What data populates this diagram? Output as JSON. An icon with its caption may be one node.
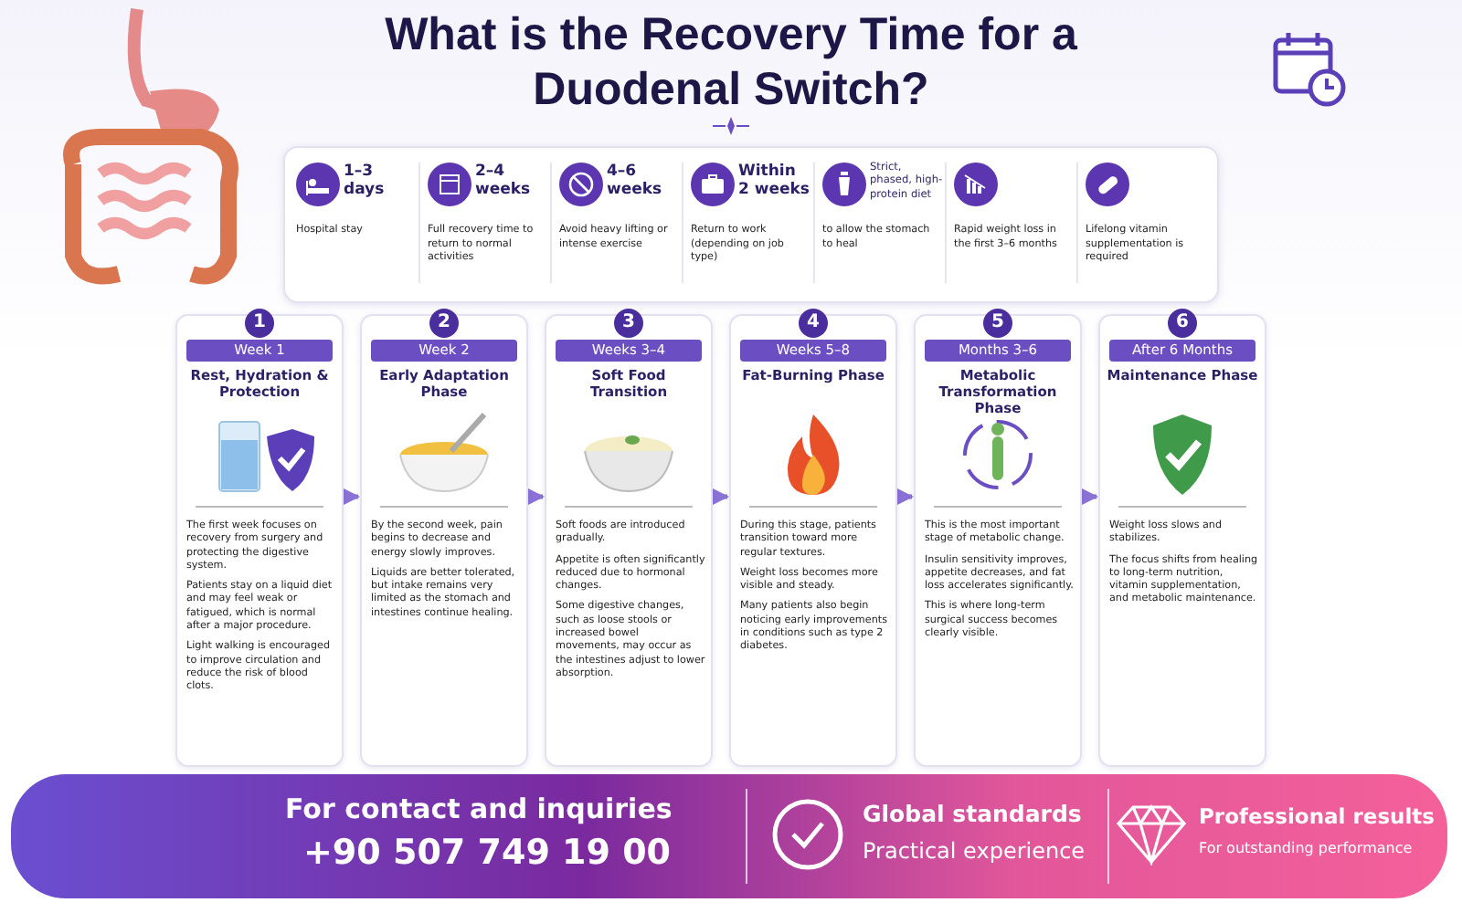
{
  "diagram": {
    "title": "What is the Recovery Time for a Duodenal Switch?",
    "nodes": [
      {
        "text": [
          "1",
          "Week 1",
          "Rest, Hydration & Protection",
          "The first week focuses on recovery from surgery and protecting the digestive system.",
          "Patients stay on a liquid diet and may feel weak or fatigued, which is normal after a major procedure.",
          "Light walking is encouraged to improve circulation and reduce the risk of blood clots."
        ]
      },
      {
        "text": [
          "2",
          "Week 2",
          "Early Adaptation Phase",
          "By the second week, pain begins to decrease and energy slowly improves.",
          "Liquids are better tolerated, but intake remains very limited as the stomach and intestines continue healing."
        ]
      },
      {
        "text": [
          "3",
          "Weeks 3–4",
          "Soft Food Transition",
          "Soft foods are introduced gradually.",
          "Appetite is often significantly reduced due to hormonal changes.",
          "Some digestive changes, such as loose stools or increased bowel movements, may occur as the intestines adjust to lower absorption."
        ]
      },
      {
        "text": [
          "4",
          "Weeks 5–8",
          "Fat-Burning Phase",
          "During this stage, patients transition toward more regular textures.",
          "Weight loss becomes more visible and steady.",
          "Many patients also begin noticing early improvements in conditions such as type 2 diabetes."
        ]
      },
      {
        "text": [
          "5",
          "Months 3–6",
          "Metabolic Transformation Phase",
          "This is the most important stage of metabolic change.",
          "Insulin sensitivity improves, appetite decreases, and fat loss accelerates significantly.",
          "This is where long-term surgical success becomes clearly visible."
        ]
      },
      {
        "text": [
          "6",
          "After 6 Months",
          "Maintenance Phase",
          "Weight loss slows and stabilizes.",
          "The focus shifts from healing to long-term nutrition, vitamin supplementation, and metabolic maintenance."
        ]
      }
    ],
    "edges": [
      {
        "from": 0,
        "to": 1,
        "arrow": "to"
      },
      {
        "from": 1,
        "to": 2,
        "arrow": "to"
      },
      {
        "from": 2,
        "to": 3,
        "arrow": "to"
      },
      {
        "from": 3,
        "to": 4,
        "arrow": "to"
      },
      {
        "from": 4,
        "to": 5,
        "arrow": "to"
      }
    ],
    "labels": [
      "1–3 days",
      "Hospital stay",
      "2–4 weeks",
      "Full recovery time to return to normal activities",
      "4–6 weeks",
      "Avoid heavy lifting or intense exercise",
      "Within 2 weeks",
      "Return to work (depending on job type)",
      "Strict, phased, high-protein diet",
      "to allow the stomach to heal",
      "Rapid weight loss in the first 3–6 months",
      "Lifelong vitamin supplementation is required",
      "For contact and inquiries",
      "+90 507 749 19 00",
      "Global standards",
      "Practical experience",
      "Professional results",
      "For outstanding performance"
    ]
  }
}
